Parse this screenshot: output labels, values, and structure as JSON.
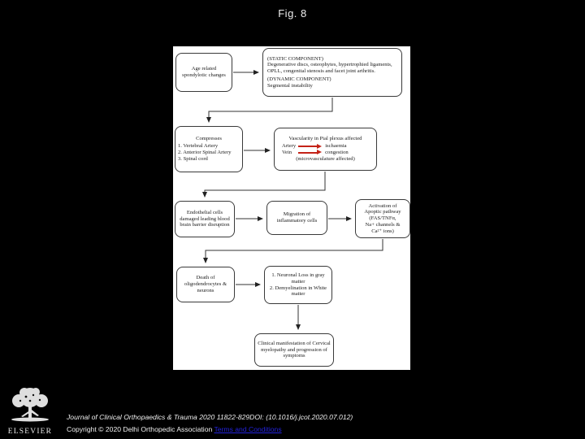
{
  "header": {
    "figure_label": "Fig. 8"
  },
  "colors": {
    "background": "#000000",
    "panel": "#ffffff",
    "box_border": "#3a3a3a",
    "text": "#1a1a1a",
    "red_arrow": "#c42318",
    "link": "#2222dd",
    "footer_text": "#efefef"
  },
  "flowchart": {
    "age_box": {
      "text": "Age related spondylotic changes"
    },
    "component_box": {
      "static_heading": "(STATIC COMPONENT)",
      "static_body": "Degenerative discs, osteophytes, hypertrophied ligaments, OPLL, congenital stenosis and facet joint arthritis.",
      "dynamic_heading": "(DYNAMIC COMPONENT)",
      "dynamic_body": "Segmental instability"
    },
    "compresses_box": {
      "title": "Compresses",
      "items": [
        "1. Vertebral Artery",
        "2. Anterior Spinal Artery",
        "3. Spinal cord"
      ]
    },
    "vascularity_box": {
      "title": "Vascularity in Pial plexus affected",
      "artery_label": "Artery",
      "artery_result": "ischaemia",
      "vein_label": "Vein",
      "vein_result": "congestion",
      "note": "(microvasculature affected)"
    },
    "endothelial_box": {
      "text": "Endothelial cells damaged leading blood brain barrier disruption"
    },
    "migration_box": {
      "text": "Migration of inflammatory cells"
    },
    "apoptosis_box": {
      "lines": [
        "Activation of",
        "Apoptic pathway",
        "(FAS/TNFα,",
        "Na+ channels &",
        "Ca²⁺ ions)"
      ]
    },
    "death_box": {
      "text": "Death of oligodendrocytes & neurons"
    },
    "neuronal_box": {
      "items": [
        "1. Neuronal Loss in gray matter",
        "2. Demyelination in White matter"
      ]
    },
    "clinical_box": {
      "text": "Clinical manifestation of Cervical myelopathy and progression of symptoms"
    }
  },
  "footer": {
    "citation": "Journal of Clinical Orthopaedics & Trauma 2020 11822-829DOI: (10.1016/j.jcot.2020.07.012)",
    "copyright": "Copyright © 2020 Delhi Orthopedic Association ",
    "terms_link": "Terms and Conditions",
    "publisher_wordmark": "ELSEVIER",
    "publisher_logo_icon": "elsevier-tree-icon"
  }
}
